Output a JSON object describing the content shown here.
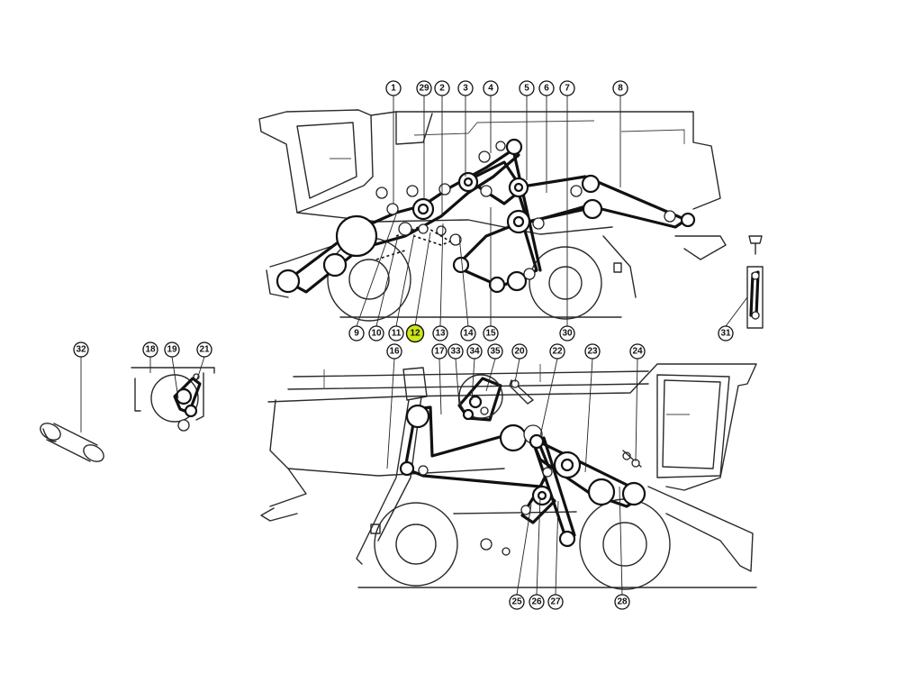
{
  "callouts": [
    {
      "id": "c1",
      "label": "1"
    },
    {
      "id": "c29",
      "label": "29"
    },
    {
      "id": "c2",
      "label": "2"
    },
    {
      "id": "c3",
      "label": "3"
    },
    {
      "id": "c4",
      "label": "4"
    },
    {
      "id": "c5",
      "label": "5"
    },
    {
      "id": "c6",
      "label": "6"
    },
    {
      "id": "c7",
      "label": "7"
    },
    {
      "id": "c8",
      "label": "8"
    },
    {
      "id": "c9",
      "label": "9"
    },
    {
      "id": "c10",
      "label": "10"
    },
    {
      "id": "c11",
      "label": "11"
    },
    {
      "id": "c12",
      "label": "12",
      "highlighted": true
    },
    {
      "id": "c13",
      "label": "13"
    },
    {
      "id": "c14",
      "label": "14"
    },
    {
      "id": "c15",
      "label": "15"
    },
    {
      "id": "c30",
      "label": "30"
    },
    {
      "id": "c31",
      "label": "31"
    },
    {
      "id": "c32",
      "label": "32"
    },
    {
      "id": "c18",
      "label": "18"
    },
    {
      "id": "c19",
      "label": "19"
    },
    {
      "id": "c21",
      "label": "21"
    },
    {
      "id": "c16",
      "label": "16"
    },
    {
      "id": "c17",
      "label": "17"
    },
    {
      "id": "c33",
      "label": "33"
    },
    {
      "id": "c34",
      "label": "34"
    },
    {
      "id": "c35",
      "label": "35"
    },
    {
      "id": "c20",
      "label": "20"
    },
    {
      "id": "c22",
      "label": "22"
    },
    {
      "id": "c23",
      "label": "23"
    },
    {
      "id": "c24",
      "label": "24"
    },
    {
      "id": "c25",
      "label": "25"
    },
    {
      "id": "c26",
      "label": "26"
    },
    {
      "id": "c27",
      "label": "27"
    },
    {
      "id": "c28",
      "label": "28"
    }
  ],
  "colors": {
    "line": "#111111",
    "highlight": "#cfe81a",
    "background": "#ffffff"
  }
}
